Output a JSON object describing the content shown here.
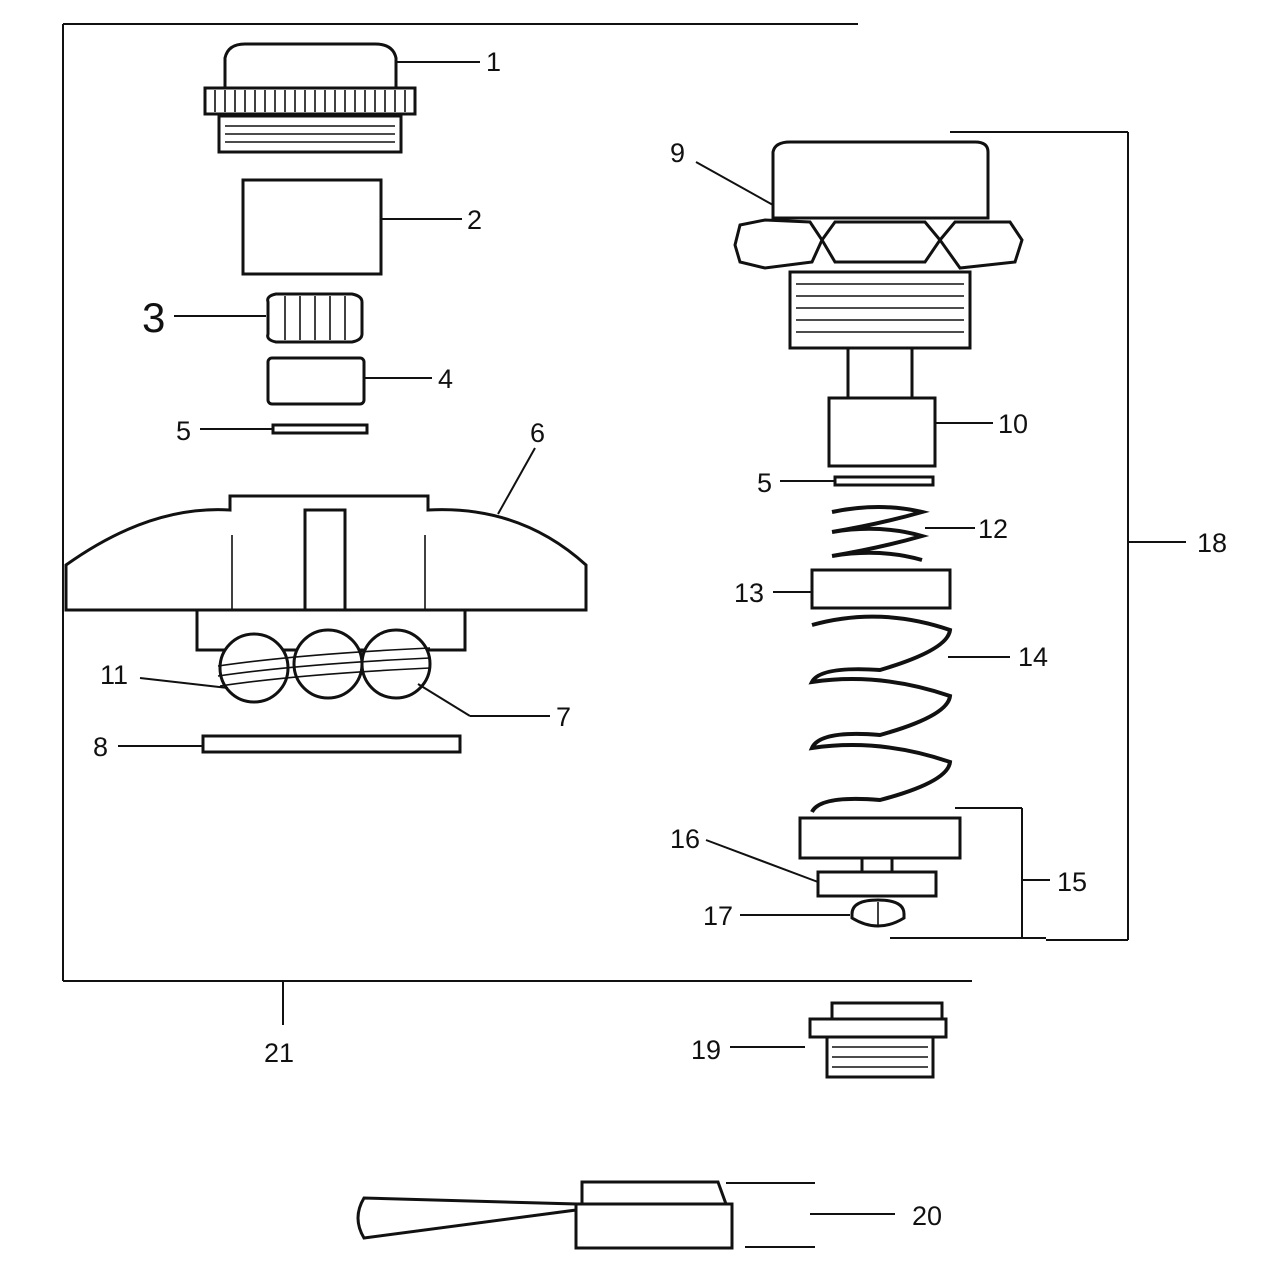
{
  "figure": {
    "callouts": {
      "c1": "1",
      "c2": "2",
      "c3": "3",
      "c4": "4",
      "c5a": "5",
      "c5b": "5",
      "c6": "6",
      "c7": "7",
      "c8": "8",
      "c9": "9",
      "c10": "10",
      "c11": "11",
      "c12": "12",
      "c13": "13",
      "c14": "14",
      "c15": "15",
      "c16": "16",
      "c17": "17",
      "c18": "18",
      "c19": "19",
      "c20": "20",
      "c21": "21"
    }
  }
}
